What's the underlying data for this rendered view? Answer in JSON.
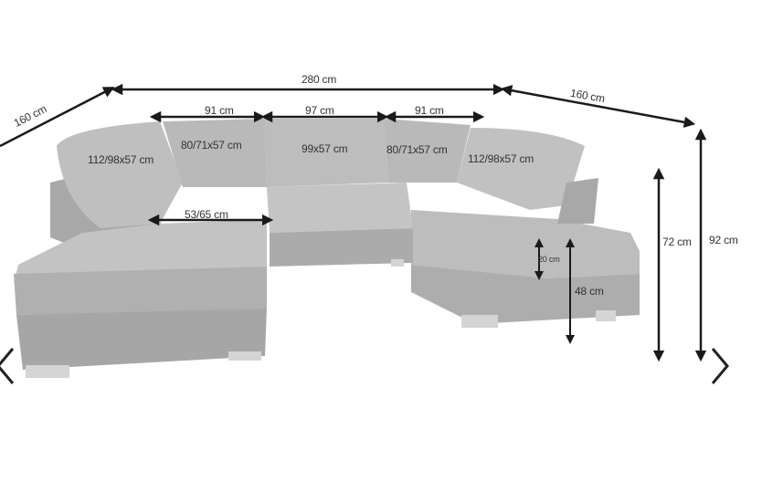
{
  "diagram": {
    "subject": "U-shaped corner sofa dimension diagram",
    "colors": {
      "sofa_fill": "#b5b5b5",
      "sofa_shadow": "#9e9e9e",
      "sofa_light": "#c8c8c8",
      "lines": "#1a1a1a",
      "text": "#333333",
      "background": "#ffffff"
    },
    "overall": {
      "width_label": "280 cm",
      "left_depth_label": "160 cm",
      "right_depth_label": "160 cm"
    },
    "heights": {
      "back_height": "72 cm",
      "total_height": "92 cm",
      "seat_height": "48 cm",
      "cushion_thickness": "20 cm"
    },
    "segments": {
      "left_seat": "91 cm",
      "middle_seat": "97 cm",
      "right_seat": "91 cm",
      "chaise_depth": "53/65 cm"
    },
    "cushions": [
      {
        "label": "112/98x57 cm",
        "position": "left-corner"
      },
      {
        "label": "80/71x57 cm",
        "position": "left-back"
      },
      {
        "label": "99x57 cm",
        "position": "middle-back"
      },
      {
        "label": "80/71x57 cm",
        "position": "right-back"
      },
      {
        "label": "112/98x57 cm",
        "position": "right-corner"
      }
    ]
  },
  "navigation": {
    "prev_icon": "chevron-left-icon",
    "next_icon": "chevron-right-icon"
  }
}
